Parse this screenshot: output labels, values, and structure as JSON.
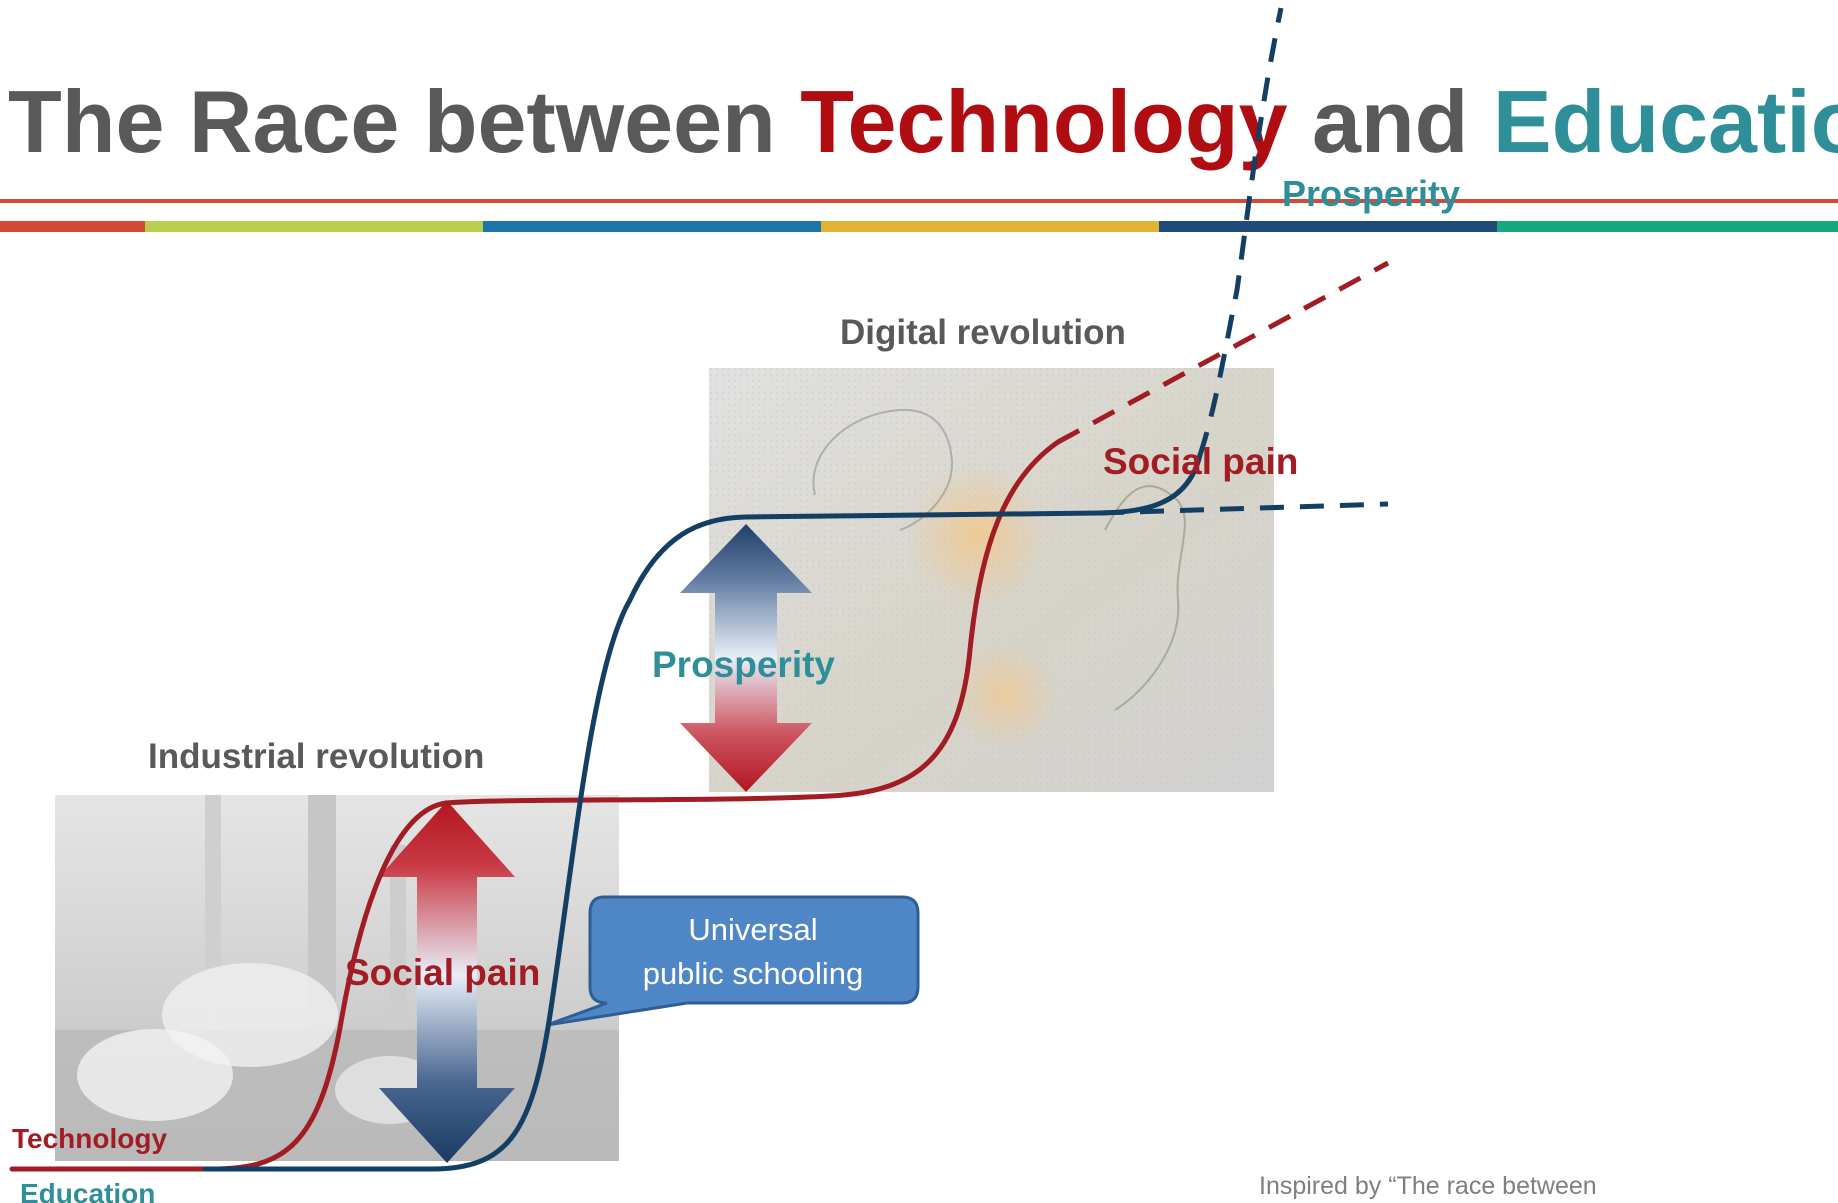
{
  "title": {
    "part1": "The Race between ",
    "technology": "Technology",
    "part2": " and ",
    "education": "Education"
  },
  "labels": {
    "prosperity_top": "Prosperity",
    "digital_revolution": "Digital revolution",
    "social_pain_upper": "Social pain",
    "prosperity_middle": "Prosperity",
    "industrial_revolution": "Industrial revolution",
    "social_pain_lower": "Social pain",
    "technology_axis": "Technology",
    "education_axis": "Education",
    "callout_line1": "Universal",
    "callout_line2": "public schooling",
    "footer_credit": "Inspired by “The race between"
  },
  "colors": {
    "title_gray": "#595959",
    "technology_red": "#b00d12",
    "education_teal": "#2e8f99",
    "education_curve_navy": "#123f63",
    "technology_curve_red": "#a21d23",
    "callout_fill": "#4f86c6",
    "callout_border": "#2f5e96",
    "rule_red": "#d24b35",
    "stripe_red": "#d24b35",
    "stripe_lime": "#b7cf4d",
    "stripe_blue": "#1e74a8",
    "stripe_gold": "#e2b233",
    "stripe_navy": "#1f4a79",
    "stripe_green": "#17a87e",
    "footer_gray": "#7f7f7f"
  },
  "images": {
    "industrial_photo": "factory-smokestacks-photo",
    "digital_photo": "ai-head-circuit-photo"
  }
}
